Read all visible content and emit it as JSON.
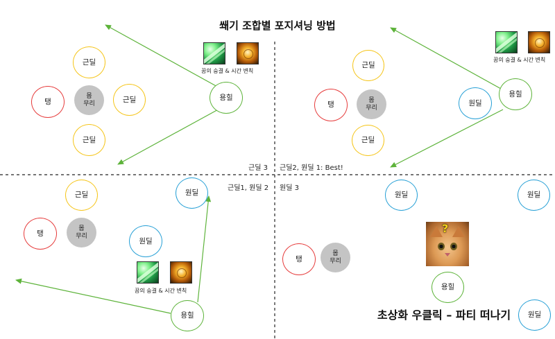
{
  "title": "쐐기 조합별 포지셔닝 방법",
  "quadrant_labels": {
    "q1_left": "근딜 3",
    "q1_right": "근딜2, 원딜 1: Best!",
    "q2_left": "근딜1, 원딜 2",
    "q2_right": "원딜 3"
  },
  "roles": {
    "melee": "근딜",
    "tank": "탱",
    "ranged": "원딜",
    "healer": "용힐",
    "pack_line1": "몹",
    "pack_line2": "무리"
  },
  "skill_caption": "꿈의 숭결 & 시간 변칙",
  "skill_icons": [
    "green-wing-icon",
    "orange-orb-icon"
  ],
  "cat_mark": "?",
  "bottom_note": "초상화 우클릭 – 파티 떠나기",
  "colors": {
    "melee": "#f5c51a",
    "tank": "#e63b3b",
    "ranged": "#27a0d6",
    "healer": "#5db33a",
    "pack": "#c4c4c4",
    "arrow": "#5db33a"
  }
}
